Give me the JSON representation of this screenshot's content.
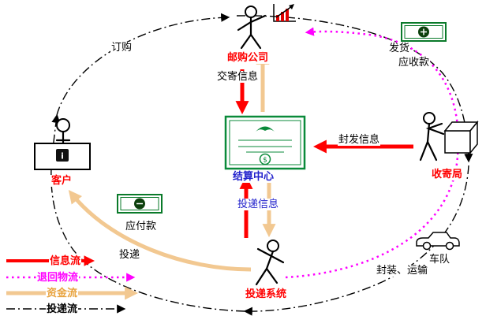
{
  "nodes": {
    "mail_order_company": {
      "label": "邮购公司"
    },
    "settlement_center": {
      "label": "结算中心"
    },
    "receiving_bureau": {
      "label": "收寄局"
    },
    "customer": {
      "label": "客户"
    },
    "delivery_system": {
      "label": "投递系统"
    },
    "fleet": {
      "label": "车队"
    }
  },
  "flow_labels": {
    "order": "订购",
    "posting_info": "交寄信息",
    "ship_goods": "发货",
    "receivable": "应收款",
    "dispatch_info": "封发信息",
    "payable": "应付款",
    "delivery_info": "投递信息",
    "delivery": "投递",
    "packing_transport": "封装、运输"
  },
  "legend": {
    "items": [
      {
        "name": "information-flow",
        "label": "信息流",
        "line_style": "solid-thick",
        "color": "#ff0000"
      },
      {
        "name": "return-logistics-flow",
        "label": "退回物流",
        "line_style": "dotted",
        "color": "#ff00ff"
      },
      {
        "name": "capital-flow",
        "label": "资金流",
        "line_style": "solid-thick",
        "color": "#f2c891"
      },
      {
        "name": "delivery-flow",
        "label": "投递流",
        "line_style": "dash-dot",
        "color": "#000000"
      }
    ]
  },
  "icons": {
    "customer_badge_glyph": "i",
    "seal_glyph": "$"
  },
  "colors": {
    "info_flow": "#ff0000",
    "return_flow": "#ff00ff",
    "capital_flow": "#f2c891",
    "delivery_flow": "#000000",
    "node_label_blue": "#2222cc",
    "money_green": "#0a7a2a",
    "certificate_green": "#0a8a3a"
  }
}
